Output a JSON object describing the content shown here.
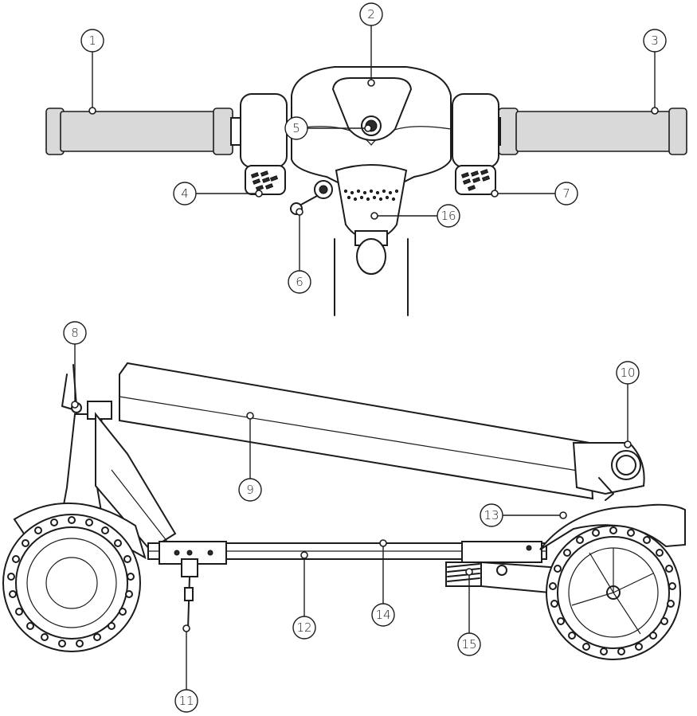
{
  "callouts": [
    {
      "id": "1",
      "label": "1"
    },
    {
      "id": "2",
      "label": "2"
    },
    {
      "id": "3",
      "label": "3"
    },
    {
      "id": "4",
      "label": "4"
    },
    {
      "id": "5",
      "label": "5"
    },
    {
      "id": "6",
      "label": "6"
    },
    {
      "id": "7",
      "label": "7"
    },
    {
      "id": "8",
      "label": "8"
    },
    {
      "id": "9",
      "label": "9"
    },
    {
      "id": "10",
      "label": "10"
    },
    {
      "id": "11",
      "label": "11"
    },
    {
      "id": "12",
      "label": "12"
    },
    {
      "id": "13",
      "label": "13"
    },
    {
      "id": "14",
      "label": "14"
    },
    {
      "id": "15",
      "label": "15"
    },
    {
      "id": "16",
      "label": "16"
    }
  ],
  "colors": {
    "line": "#1c1c1c",
    "background": "#ffffff"
  }
}
